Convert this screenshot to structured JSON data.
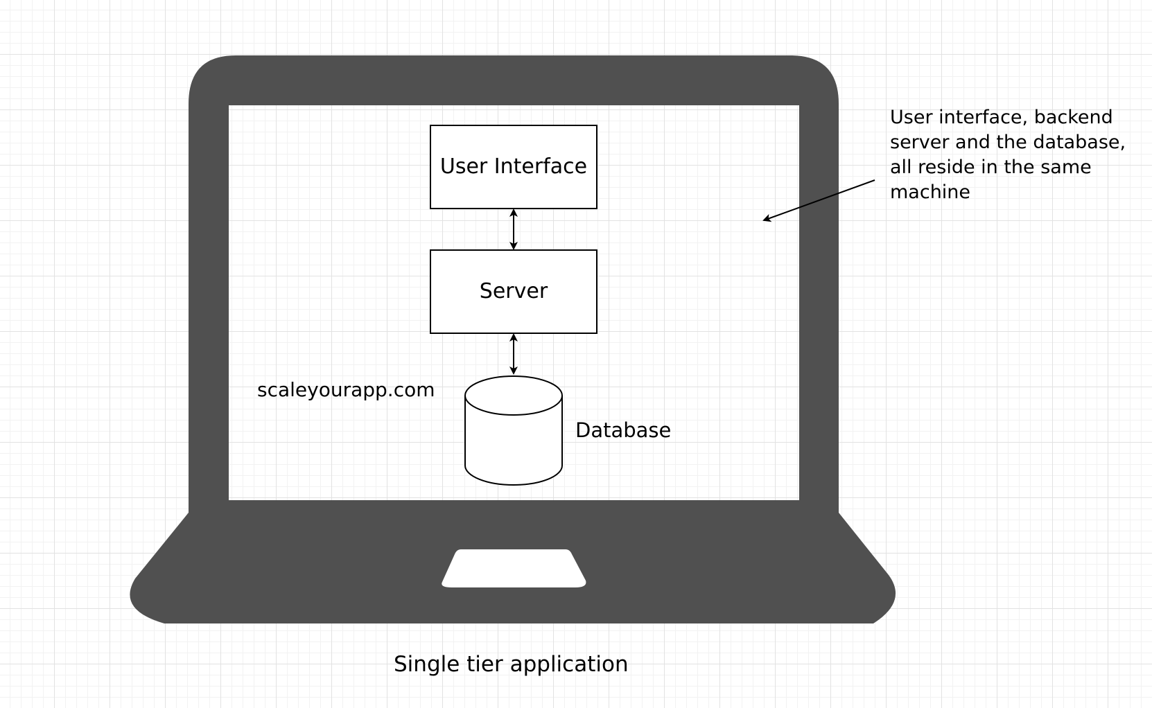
{
  "diagram": {
    "nodes": {
      "user_interface": "User Interface",
      "server": "Server",
      "database": "Database"
    },
    "watermark": "scaleyourapp.com",
    "annotation": "User interface, backend server and the database, all reside in the same machine",
    "caption": "Single tier application",
    "laptop_icon": "laptop-icon",
    "colors": {
      "laptop": "#505050",
      "stroke": "#000000",
      "grid": "#e2e2e2"
    }
  }
}
